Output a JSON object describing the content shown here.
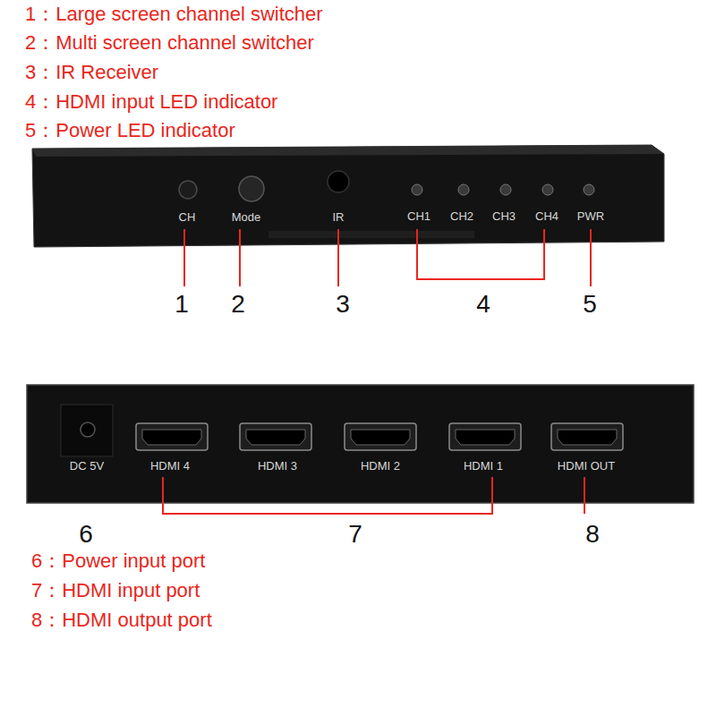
{
  "diagram": {
    "labels": [
      "1：Large screen channel switcher",
      "2：Multi screen channel switcher",
      "3：IR Receiver",
      "4：HDMI input LED indicator",
      "5：Power LED indicator",
      "CH",
      "Mode",
      "IR",
      "CH1",
      "CH2",
      "CH3",
      "CH4",
      "PWR",
      "1",
      "2",
      "3",
      "4",
      "5",
      "DC 5V",
      "HDMI 4",
      "HDMI 3",
      "HDMI 2",
      "HDMI 1",
      "HDMI OUT",
      "6",
      "7",
      "8",
      "6：Power input port",
      "7：HDMI input port",
      "8：HDMI output port"
    ]
  }
}
